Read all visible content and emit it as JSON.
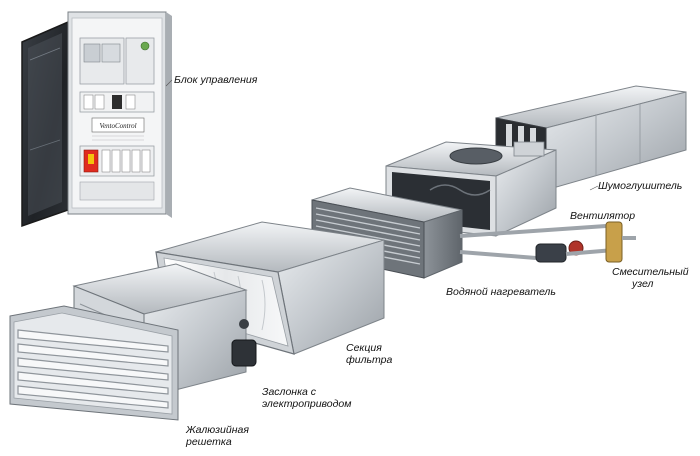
{
  "labels": {
    "control_unit": "Блок управления",
    "silencer": "Шумоглушитель",
    "fan": "Вентилятор",
    "mixing_unit_line1": "Смесительный",
    "mixing_unit_line2": "узел",
    "water_heater": "Водяной нагреватель",
    "filter_line1": "Секция",
    "filter_line2": "фильтра",
    "damper_line1": "Заслонка с",
    "damper_line2": "электроприводом",
    "louver_line1": "Жалюзийная",
    "louver_line2": "решетка"
  },
  "panel_text": {
    "brand": "VentoControl"
  }
}
